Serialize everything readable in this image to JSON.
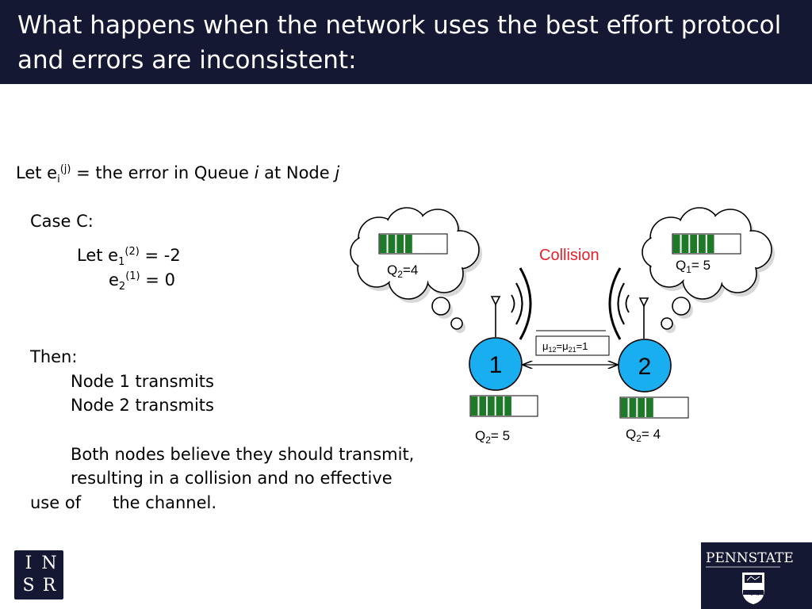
{
  "title": "What happens when the network uses the best effort protocol and errors are inconsistent:",
  "definition": {
    "prefix": "Let e",
    "sub": "i",
    "sup": "(j)",
    "mid": " = the error in Queue ",
    "queue_var": "i",
    "at_node": " at Node ",
    "node_var": "j"
  },
  "case_label": "Case C:",
  "let_line": {
    "prefix": "Let e",
    "sub": "1",
    "sup": "(2)",
    "value": " = -2"
  },
  "second_line": {
    "prefix": "e",
    "sub": "2",
    "sup": "(1)",
    "value": " = 0"
  },
  "then_label": "Then:",
  "steps": [
    "Node 1 transmits",
    "Node 2 transmits"
  ],
  "conclusion": [
    "Both nodes believe they should transmit,",
    "resulting in a collision and no effective",
    "use of      the channel."
  ],
  "diagram": {
    "collision_label": "Collision",
    "node1_label": "1",
    "node2_label": "2",
    "rate": {
      "mu_a_sub": "12",
      "mu_b_sub": "21",
      "value": "=1",
      "mu": "μ"
    },
    "thought_left": {
      "q": "Q",
      "sub": "2",
      "value": "=4",
      "fill_fraction": 0.5
    },
    "thought_right": {
      "q": "Q",
      "sub": "1",
      "value": "= 5",
      "fill_fraction": 0.625
    },
    "queue_node1": {
      "q": "Q",
      "sub": "2",
      "value": "= 5",
      "fill_fraction": 0.625
    },
    "queue_node2": {
      "q": "Q",
      "sub": "2",
      "value": "= 4",
      "fill_fraction": 0.5
    },
    "colors": {
      "node": "#19aef0",
      "queue": "#1e7a28",
      "collision": "#e8202a"
    }
  },
  "logos": {
    "insr": [
      "I",
      "N",
      "S",
      "R"
    ],
    "pennstate": "PENNSTATE",
    "pennstate_year": "1 8 5 5"
  }
}
